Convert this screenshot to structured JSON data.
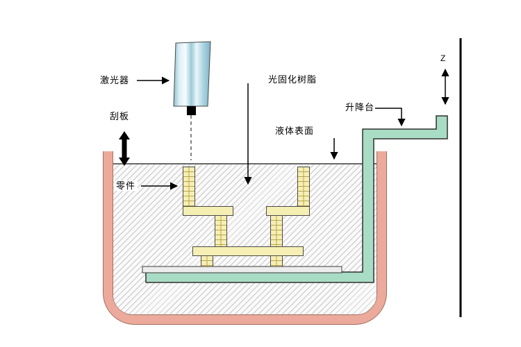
{
  "diagram": {
    "labels": {
      "laser": "激光器",
      "scraper": "刮板",
      "part": "零件",
      "resin": "光固化树脂",
      "liquid_surface": "液体表面",
      "lift_platform": "升降台",
      "z_axis": "Z"
    },
    "colors": {
      "tank_wall": "#ECAA9C",
      "platform_green": "#A9DCC5",
      "part_yellow": "#F6EFB4",
      "laser_blue": "#BFE0EA",
      "hatch_line": "#C6C6C6",
      "outline": "#000000"
    }
  }
}
